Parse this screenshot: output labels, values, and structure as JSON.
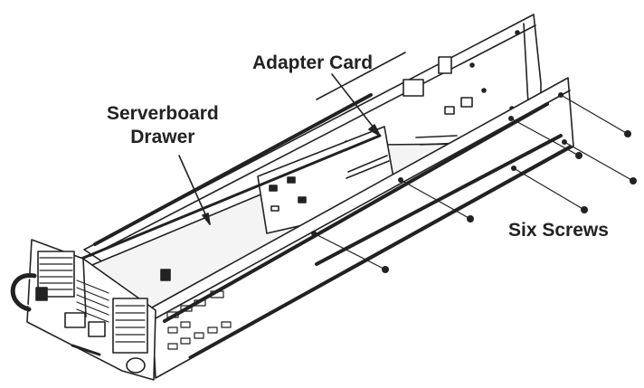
{
  "labels": {
    "adapter_card": "Adapter Card",
    "serverboard_line1": "Serverboard",
    "serverboard_line2": "Drawer",
    "six_screws": "Six Screws"
  },
  "colors": {
    "line": "#222222",
    "background": "#ffffff",
    "light_fill": "#f4f4f4"
  }
}
